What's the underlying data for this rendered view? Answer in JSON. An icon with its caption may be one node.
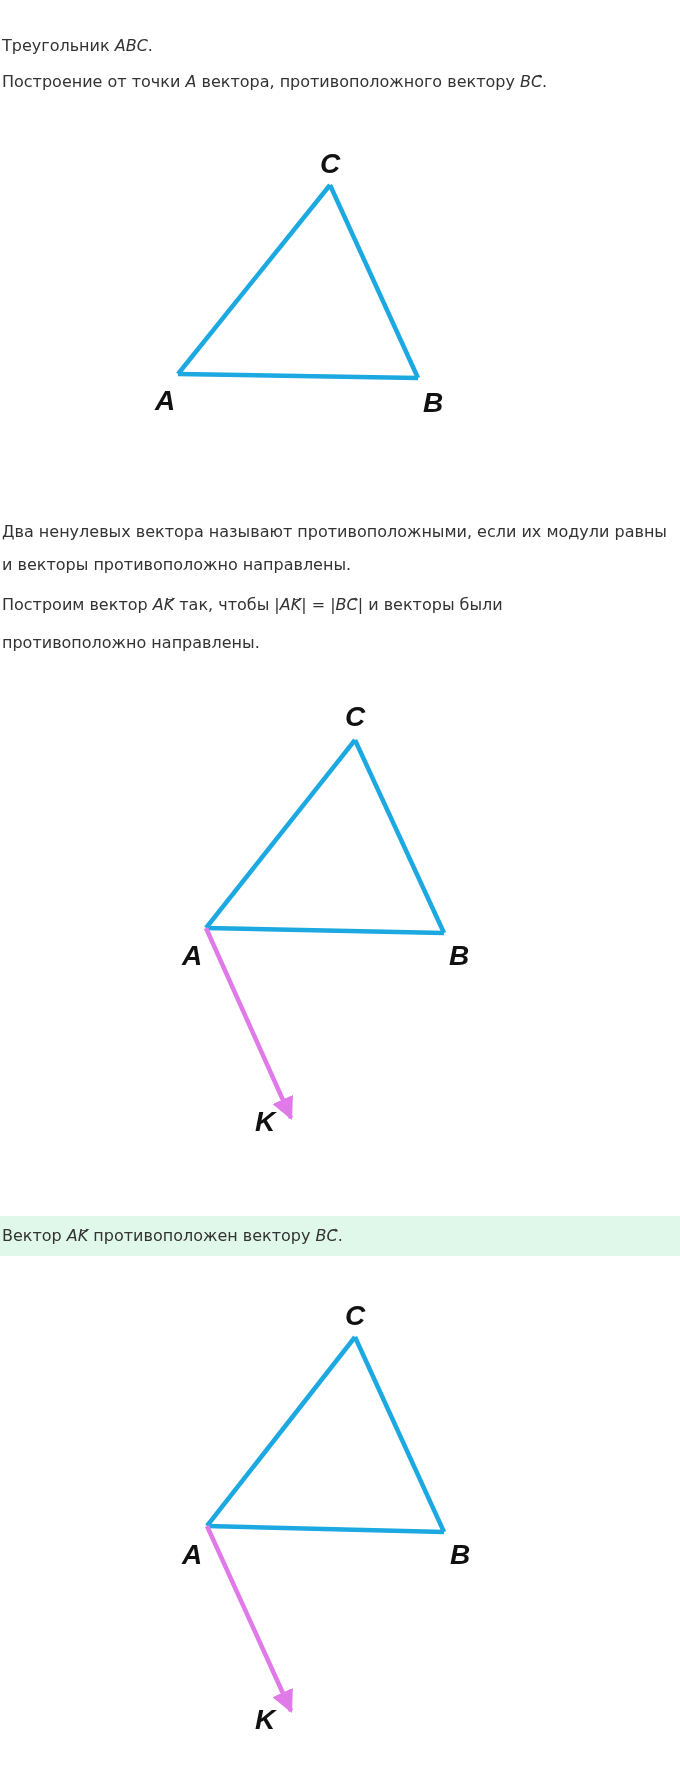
{
  "diagram": {
    "nodes": [
      {
        "text": [
          "A"
        ]
      },
      {
        "text": [
          "B"
        ]
      },
      {
        "text": [
          "C"
        ]
      },
      {
        "text": [
          "A"
        ]
      },
      {
        "text": [
          "B"
        ]
      },
      {
        "text": [
          "C"
        ]
      },
      {
        "text": [
          "K"
        ]
      },
      {
        "text": [
          "A"
        ]
      },
      {
        "text": [
          "B"
        ]
      },
      {
        "text": [
          "C"
        ]
      },
      {
        "text": [
          "K"
        ]
      }
    ],
    "edges": [
      {
        "from": 0,
        "to": 2,
        "arrow": "none"
      },
      {
        "from": 2,
        "to": 1,
        "arrow": "none"
      },
      {
        "from": 1,
        "to": 0,
        "arrow": "none"
      },
      {
        "from": 3,
        "to": 5,
        "arrow": "none"
      },
      {
        "from": 5,
        "to": 4,
        "arrow": "none"
      },
      {
        "from": 4,
        "to": 3,
        "arrow": "none"
      },
      {
        "from": 3,
        "to": 6,
        "arrow": "to",
        "color": "#e07ae8"
      },
      {
        "from": 7,
        "to": 9,
        "arrow": "none"
      },
      {
        "from": 9,
        "to": 8,
        "arrow": "none"
      },
      {
        "from": 8,
        "to": 7,
        "arrow": "none"
      },
      {
        "from": 7,
        "to": 10,
        "arrow": "to",
        "color": "#e07ae8"
      }
    ],
    "labels": [
      "Треугольник *ABC*.",
      "Построение от точки *A* вектора, противоположного вектору *BC*⃗.",
      "Два ненулевых вектора называют противоположными, если их модули равны и векторы противоположно направлены.",
      "Построим вектор *AK*⃗ так, чтобы |*AK*⃗| = |*BC*⃗| и векторы были противоположно направлены.",
      "Вектор *AK*⃗ противоположен вектору *BC*⃗."
    ]
  }
}
